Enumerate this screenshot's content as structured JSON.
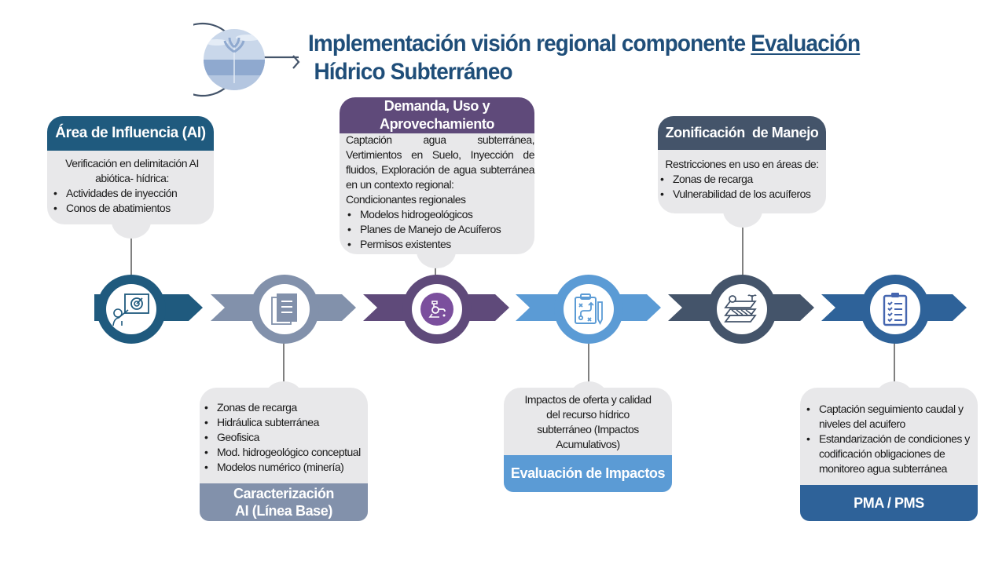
{
  "title": {
    "line1_prefix": "Implementación visión regional componente ",
    "line1_link": "Evaluación",
    "line2": "Hídrico Subterráneo",
    "logo_icon": "water-plant-logo-icon"
  },
  "colors": {
    "stage1": "#1f5a7e",
    "stage2": "#8291ab",
    "stage3": "#5f4a7a",
    "stage4": "#5b9bd5",
    "stage5": "#44546a",
    "stage6": "#2e6299",
    "card_bg": "#e8e8ea",
    "title": "#1f4e79"
  },
  "stages": [
    {
      "id": "area-influencia",
      "header": "Área de Influencia (AI)",
      "intro": "Verificación en delimitación AI abiótica- hídrica:",
      "items": [
        "Actividades de inyección",
        "Conos de abatimientos"
      ],
      "icon": "target-presentation-icon",
      "position": "top"
    },
    {
      "id": "caracterizacion",
      "header": "Caracterización AI (Línea Base)",
      "intro": "",
      "items": [
        "Zonas de recarga",
        "Hidráulica subterránea",
        "Geofisica",
        "Mod. hidrogeológico conceptual",
        "Modelos numérico (minería)"
      ],
      "icon": "documents-icon",
      "position": "bottom"
    },
    {
      "id": "demanda",
      "header": "Demanda, Uso y Aprovechamiento",
      "intro": "Captación agua subterránea, Vertimientos en Suelo, Inyección de fluidos, Exploración de agua subterránea en un contexto regional:",
      "intro2": "Condicionantes regionales",
      "items": [
        "Modelos hidrogeológicos",
        "Planes de Manejo de Acuíferos",
        "Permisos existentes"
      ],
      "icon": "water-faucet-icon",
      "position": "top"
    },
    {
      "id": "evaluacion",
      "header": "Evaluación de Impactos",
      "intro": "Impactos de oferta y calidad del recurso hídrico subterráneo (Impactos Acumulativos)",
      "items": [],
      "icon": "strategy-clipboard-icon",
      "position": "bottom"
    },
    {
      "id": "zonificacion",
      "header": "Zonificación  de Manejo",
      "intro": "Restricciones en uso en áreas de:",
      "items": [
        "Zonas de recarga",
        "Vulnerabilidad de los acuíferos"
      ],
      "icon": "map-layers-icon",
      "position": "top"
    },
    {
      "id": "pma-pms",
      "header": "PMA / PMS",
      "intro": "",
      "items": [
        "Captación  seguimiento caudal y niveles del acuifero",
        "Estandarización de condiciones y codificación obligaciones de monitoreo agua subterránea"
      ],
      "icon": "checklist-clipboard-icon",
      "position": "bottom"
    }
  ]
}
